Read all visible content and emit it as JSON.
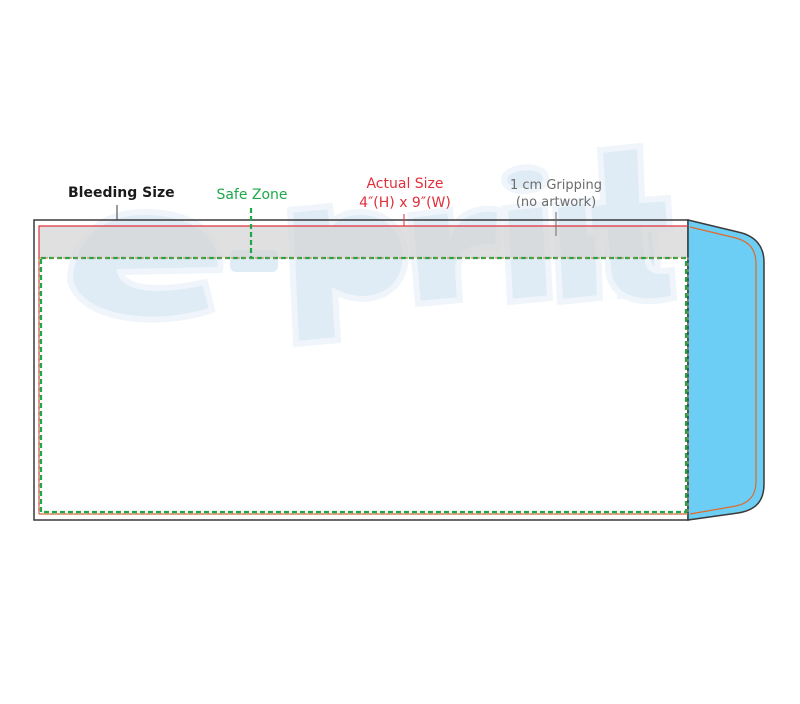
{
  "diagram": {
    "labels": {
      "bleeding_size": "Bleeding Size",
      "safe_zone": "Safe Zone",
      "actual_size_line1": "Actual Size",
      "actual_size_line2": "4″(H) x 9″(W)",
      "gripping_line1": "1 cm Gripping",
      "gripping_line2": "(no artwork)"
    },
    "watermark": "e-print",
    "colors": {
      "outline": "#3a3a3a",
      "bleed_line": "#e0303c",
      "safe_zone_line": "#1ea84a",
      "gripping_band": "#d6d6d6",
      "flap_fill": "#6ccdf5",
      "flap_inner_line": "#e06a2a",
      "watermark_fill": "#dcebf5",
      "label_black": "#1b1b1b",
      "label_gray": "#6c6c6c"
    }
  }
}
